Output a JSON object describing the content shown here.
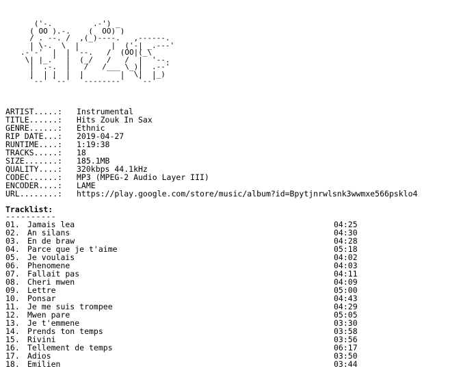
{
  "logo": {
    "ascii_art": "   ('-.         .-') _\n  ( OO ).-.    (  OO) )\n  / . --. /  ,(_)----.   ,------.\n  | \\-.  \\  |       |  ('-| _.---'\n.-'-'  |  | '--.   /  (OO|(_\\\n \\| |_.'  |  (_/   /   /  |  '--.\n  |  .-.  |   /   /___ \\_)|  .--'\n  |  | |  |  |        |  \\|  |_)\n  `--' `--'  `--------'   `--'"
  },
  "info": [
    {
      "key": "ARTIST.....:",
      "value": "Instrumental"
    },
    {
      "key": "TITLE......:",
      "value": "Hits Zouk In Sax"
    },
    {
      "key": "GENRE......:",
      "value": "Ethnic"
    },
    {
      "key": "RIP DATE...:",
      "value": "2019-04-27"
    },
    {
      "key": "RUNTIME....:",
      "value": "1:19:38"
    },
    {
      "key": "TRACKS.....:",
      "value": "18"
    },
    {
      "key": "SIZE.......:",
      "value": "185.1MB"
    },
    {
      "key": "QUALITY....:",
      "value": "320kbps 44.1kHz"
    },
    {
      "key": "CODEC......:",
      "value": "MP3 (MPEG-2 Audio Layer III)"
    },
    {
      "key": "ENCODER....:",
      "value": "LAME"
    },
    {
      "key": "URL........:",
      "value": "https://play.google.com/store/music/album?id=Bpytjnrwlsnk3wwmxe566psklo4"
    }
  ],
  "tracklist": {
    "heading": "Tracklist:",
    "rule": "----------",
    "tracks": [
      {
        "num": "01.",
        "title": "Jamais lea",
        "duration": "04:25"
      },
      {
        "num": "02.",
        "title": "An silans",
        "duration": "04:30"
      },
      {
        "num": "03.",
        "title": "En de braw",
        "duration": "04:28"
      },
      {
        "num": "04.",
        "title": "Parce que je t'aime",
        "duration": "05:18"
      },
      {
        "num": "05.",
        "title": "Je voulais",
        "duration": "04:02"
      },
      {
        "num": "06.",
        "title": "Phenomene",
        "duration": "04:03"
      },
      {
        "num": "07.",
        "title": "Fallait pas",
        "duration": "04:11"
      },
      {
        "num": "08.",
        "title": "Cheri mwen",
        "duration": "04:09"
      },
      {
        "num": "09.",
        "title": "Lettre",
        "duration": "05:00"
      },
      {
        "num": "10.",
        "title": "Ponsar",
        "duration": "04:43"
      },
      {
        "num": "11.",
        "title": "Je me suis trompee",
        "duration": "04:29"
      },
      {
        "num": "12.",
        "title": "Mwen pare",
        "duration": "05:05"
      },
      {
        "num": "13.",
        "title": "Je t'emmene",
        "duration": "03:30"
      },
      {
        "num": "14.",
        "title": "Prends ton temps",
        "duration": "03:58"
      },
      {
        "num": "15.",
        "title": "Rivini",
        "duration": "03:56"
      },
      {
        "num": "16.",
        "title": "Tellement de temps",
        "duration": "06:17"
      },
      {
        "num": "17.",
        "title": "Adios",
        "duration": "03:50"
      },
      {
        "num": "18.",
        "title": "Emilien",
        "duration": "03:44"
      }
    ]
  }
}
